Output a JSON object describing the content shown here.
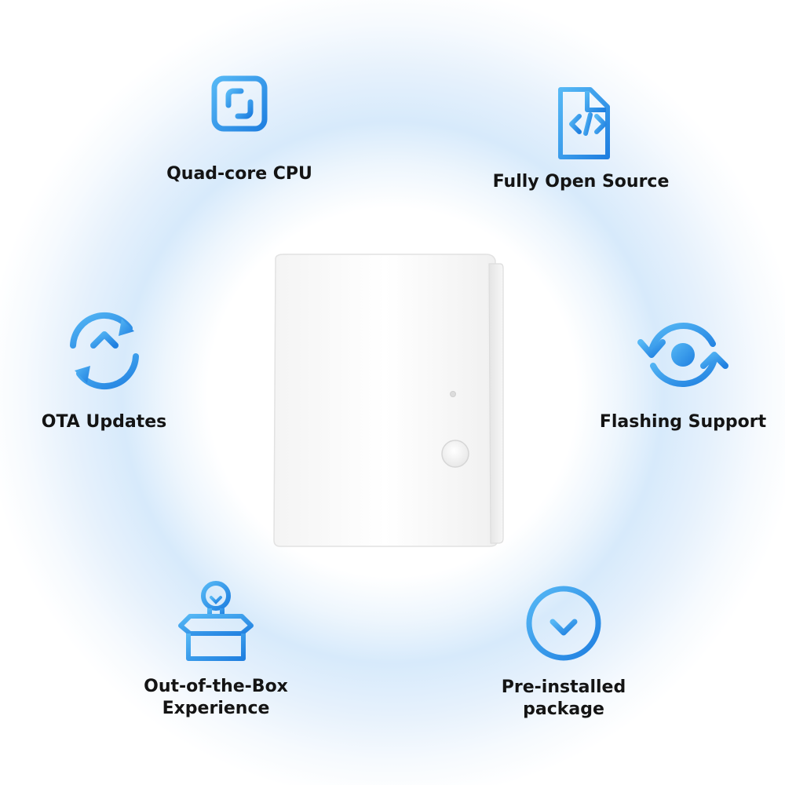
{
  "features": {
    "cpu": {
      "label": "Quad-core CPU",
      "icon": "cpu-chip-icon"
    },
    "open_source": {
      "label": "Fully Open Source",
      "icon": "code-file-icon"
    },
    "ota": {
      "label": "OTA Updates",
      "icon": "refresh-upload-icon"
    },
    "flashing": {
      "label": "Flashing Support",
      "icon": "sync-dot-icon"
    },
    "out_of_box": {
      "line1": "Out-of-the-Box",
      "line2": "Experience",
      "icon": "box-lightbulb-icon"
    },
    "preinstalled": {
      "line1": "Pre-installed",
      "line2": "package",
      "icon": "download-circle-icon"
    }
  },
  "colors": {
    "accent": "#2f8fe6",
    "ring_light": "#d7eafb",
    "text": "#141414"
  }
}
